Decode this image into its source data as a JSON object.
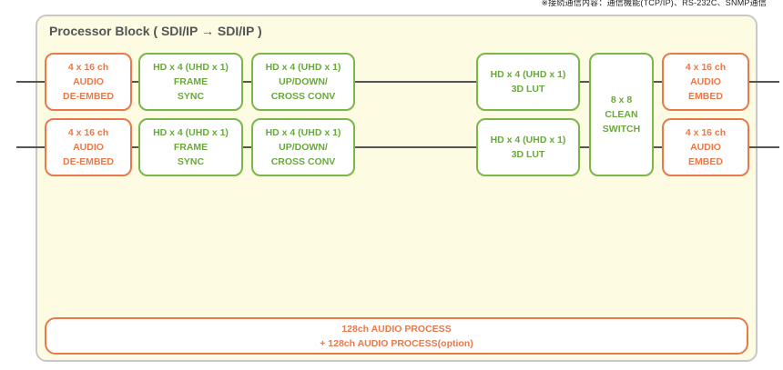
{
  "top_note": "※接続通信内容：通信機能(TCP/IP)、RS-232C、SNMP通信",
  "panel": {
    "title": "Processor Block ( SDI/IP → SDI/IP )"
  },
  "rows": [
    {
      "deembed": [
        "4 x 16 ch",
        "AUDIO",
        "DE-EMBED"
      ],
      "framesync": [
        "HD x 4 (UHD x 1)",
        "FRAME",
        "SYNC"
      ],
      "conv": [
        "HD x 4 (UHD x 1)",
        "UP/DOWN/",
        "CROSS CONV"
      ],
      "lut": [
        "HD x 4 (UHD x 1)",
        "3D LUT"
      ],
      "embed": [
        "4 x 16 ch",
        "AUDIO",
        "EMBED"
      ]
    },
    {
      "deembed": [
        "4 x 16 ch",
        "AUDIO",
        "DE-EMBED"
      ],
      "framesync": [
        "HD x 4 (UHD x 1)",
        "FRAME",
        "SYNC"
      ],
      "conv": [
        "HD x 4 (UHD x 1)",
        "UP/DOWN/",
        "CROSS CONV"
      ],
      "lut": [
        "HD x 4 (UHD x 1)",
        "3D LUT"
      ],
      "embed": [
        "4 x 16 ch",
        "AUDIO",
        "EMBED"
      ]
    }
  ],
  "clean_switch": [
    "8 x 8",
    "CLEAN",
    "SWITCH"
  ],
  "audio_process": [
    "128ch AUDIO PROCESS",
    "+ 128ch AUDIO PROCESS(option)"
  ],
  "colors": {
    "orange": "#e8794a",
    "green": "#7ab648",
    "panel_bg": "#fdfbe1",
    "line": "#555555"
  }
}
